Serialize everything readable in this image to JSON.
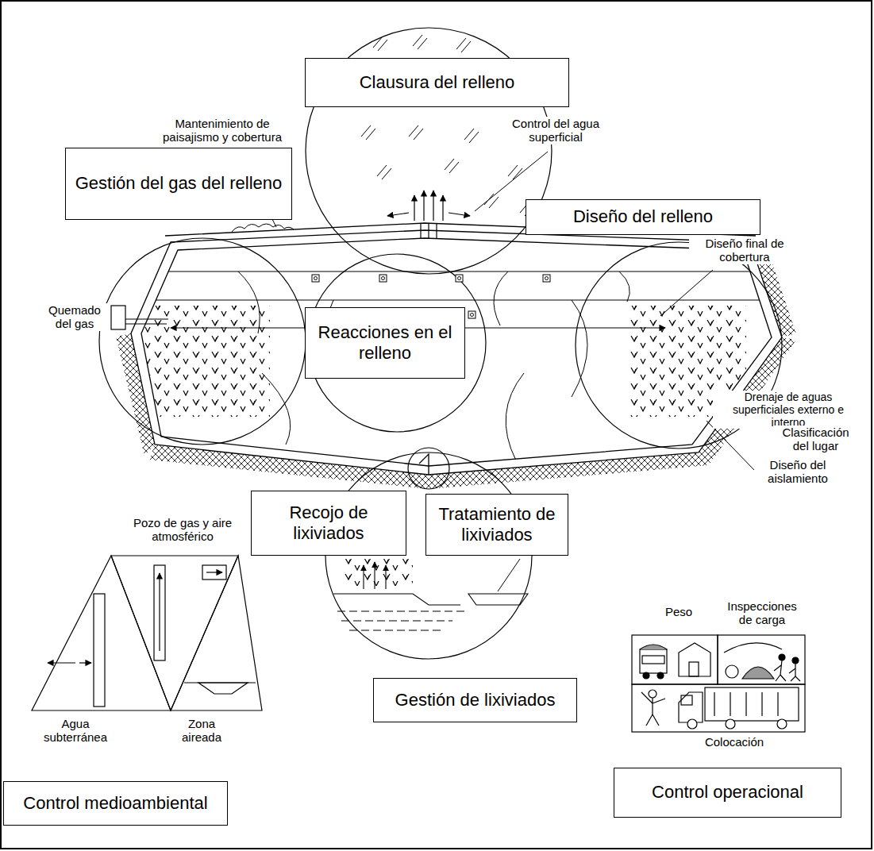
{
  "diagram": {
    "nodes": [
      {
        "text": [
          "Clausura del relleno"
        ]
      },
      {
        "text": [
          "Gestión del gas del relleno"
        ]
      },
      {
        "text": [
          "Diseño del relleno"
        ]
      },
      {
        "text": [
          "Reacciones en el relleno"
        ]
      },
      {
        "text": [
          "Recojo de lixiviados"
        ]
      },
      {
        "text": [
          "Tratamiento de lixiviados"
        ]
      },
      {
        "text": [
          "Gestión de lixiviados"
        ]
      },
      {
        "text": [
          "Control medioambiental"
        ]
      },
      {
        "text": [
          "Control operacional"
        ]
      }
    ],
    "labels": [
      "Mantenimiento de paisajismo y cobertura",
      "Control del agua superficial",
      "Diseño final de cobertura",
      "Quemado del gas",
      "Drenaje de aguas superficiales externo e interno",
      "Clasificación del lugar",
      "Diseño del aislamiento",
      "Pozo de gas y aire atmosférico",
      "Agua subterránea",
      "Zona aireada",
      "Peso",
      "Inspecciones de carga",
      "Colocación"
    ]
  }
}
